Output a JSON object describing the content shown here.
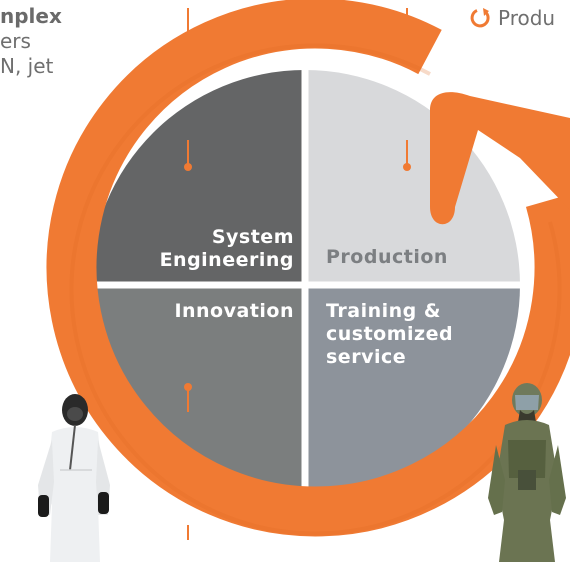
{
  "top_left_text": {
    "line1": "nplex",
    "line2": "ers",
    "line3": "N, jet"
  },
  "legend": {
    "icon": "refresh-cycle-icon",
    "label": "Produ"
  },
  "quadrants": {
    "system_engineering": {
      "line1": "System",
      "line2": "Engineering"
    },
    "production": {
      "label": "Production"
    },
    "innovation": {
      "label": "Innovation"
    },
    "training": {
      "line1": "Training &",
      "line2": "customized",
      "line3": "service"
    }
  },
  "colors": {
    "ring": "#f07a33",
    "quad_system": "#646566",
    "quad_production": "#d6d7d9",
    "quad_innovation": "#7b7e7e",
    "quad_training": "#8e949c",
    "accent": "#f07a33"
  },
  "figures": {
    "left": "hazmat-suit-person-icon",
    "right": "pilot-gear-person-icon"
  }
}
